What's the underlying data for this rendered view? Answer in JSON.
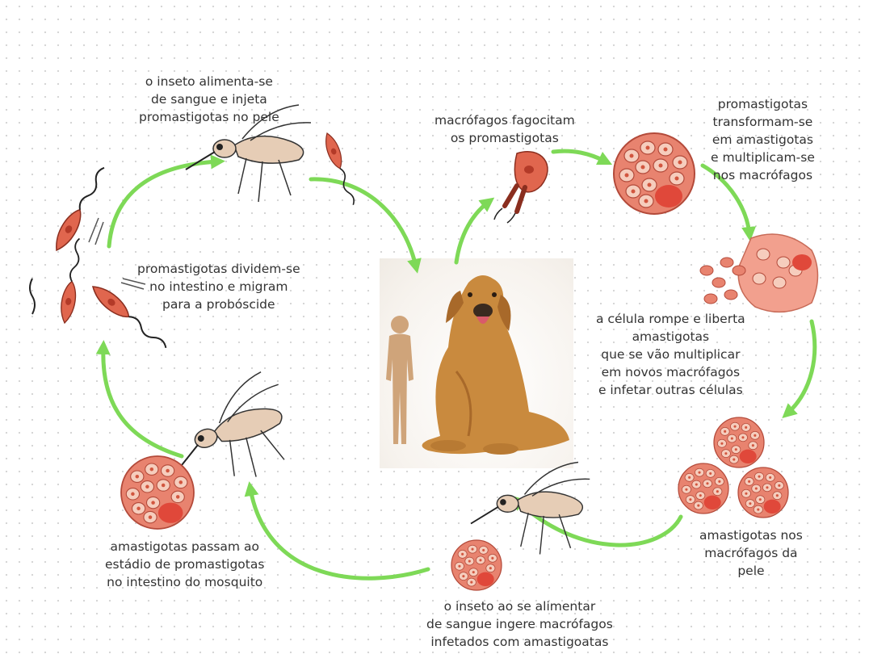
{
  "labels": {
    "bite": [
      "o inseto alimenta-se",
      "de sangue e injeta",
      "promastigotas no pele"
    ],
    "phagocytosis": [
      "macrófagos fagocitam",
      "os promastigotas"
    ],
    "transform": [
      "promastigotas",
      "transformam-se",
      "em amastigotas",
      "e multiplicam-se",
      "nos macrófagos"
    ],
    "divide": [
      "promastigotas dividem-se",
      "no intestino e migram",
      "para a probóscide"
    ],
    "rupture": [
      "a célula rompe e liberta",
      "amastigotas",
      "que se vão multiplicar",
      "em novos macrófagos",
      "e infetar outras células"
    ],
    "skin": [
      "amastigotas nos",
      "macrófagos da",
      "pele"
    ],
    "gut": [
      "amastigotas passam ao",
      "estádio de promastigotas",
      "no intestino do mosquito"
    ],
    "ingest": [
      "o inseto ao se alimentar",
      "de sangue ingere macrófagos",
      "infetados com amastigoatas"
    ]
  },
  "colors": {
    "arrow": "#7ed957",
    "cell_fill": "#e8836f",
    "cell_edge": "#b34a3a",
    "nucleus": "#e0483a",
    "insect_body": "#e6cdb6",
    "parasite": "#e0664e",
    "dog": "#c98a3e",
    "human": "#cfa47a"
  }
}
